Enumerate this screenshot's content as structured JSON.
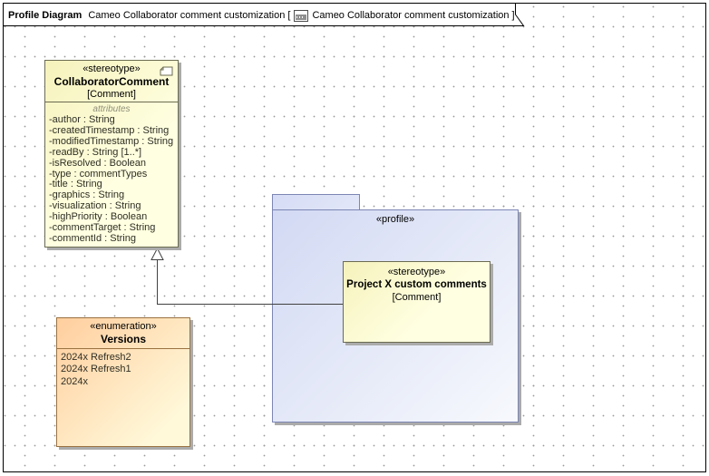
{
  "header": {
    "diagram_type": "Profile Diagram",
    "diagram_title": "Cameo Collaborator comment customization [",
    "frame_reference": "Cameo Collaborator comment customization ]"
  },
  "shapes": {
    "collaborator_comment": {
      "stereotype": "«stereotype»",
      "name": "CollaboratorComment",
      "metaclass": "[Comment]",
      "attributes_label": "attributes",
      "attributes": [
        "-author : String",
        "-createdTimestamp : String",
        "-modifiedTimestamp : String",
        "-readBy : String [1..*]",
        "-isResolved : Boolean",
        "-type : commentTypes",
        "-title : String",
        "-graphics : String",
        "-visualization : String",
        "-highPriority : Boolean",
        "-commentTarget : String",
        "-commentId : String"
      ]
    },
    "versions_enumeration": {
      "stereotype": "«enumeration»",
      "name": "Versions",
      "literals": [
        "2024x Refresh2",
        "2024x Refresh1",
        "2024x"
      ]
    },
    "profile_package": {
      "stereotype": "«profile»"
    },
    "project_x_stereotype": {
      "stereotype": "«stereotype»",
      "name": "Project X custom comments",
      "metaclass": "[Comment]"
    },
    "generalization": {
      "type": "generalization-arrow",
      "from": "Project X custom comments",
      "to": "CollaboratorComment"
    }
  },
  "colors": {
    "frame_border": "#000000",
    "grid_dot": "#9a9a9a",
    "stereotype_fill_start": "#f6f2bc",
    "stereotype_fill_end": "#ffffe1",
    "stereotype_border": "#6b6b52",
    "enum_fill_start": "#ffce9e",
    "enum_fill_end": "#fff9da",
    "enum_border": "#9a7140",
    "package_fill_start": "#d2d9f3",
    "package_fill_end": "#f7f9fd",
    "package_border": "#7c86b4",
    "shadow": "#ababab",
    "connector": "#404040"
  }
}
